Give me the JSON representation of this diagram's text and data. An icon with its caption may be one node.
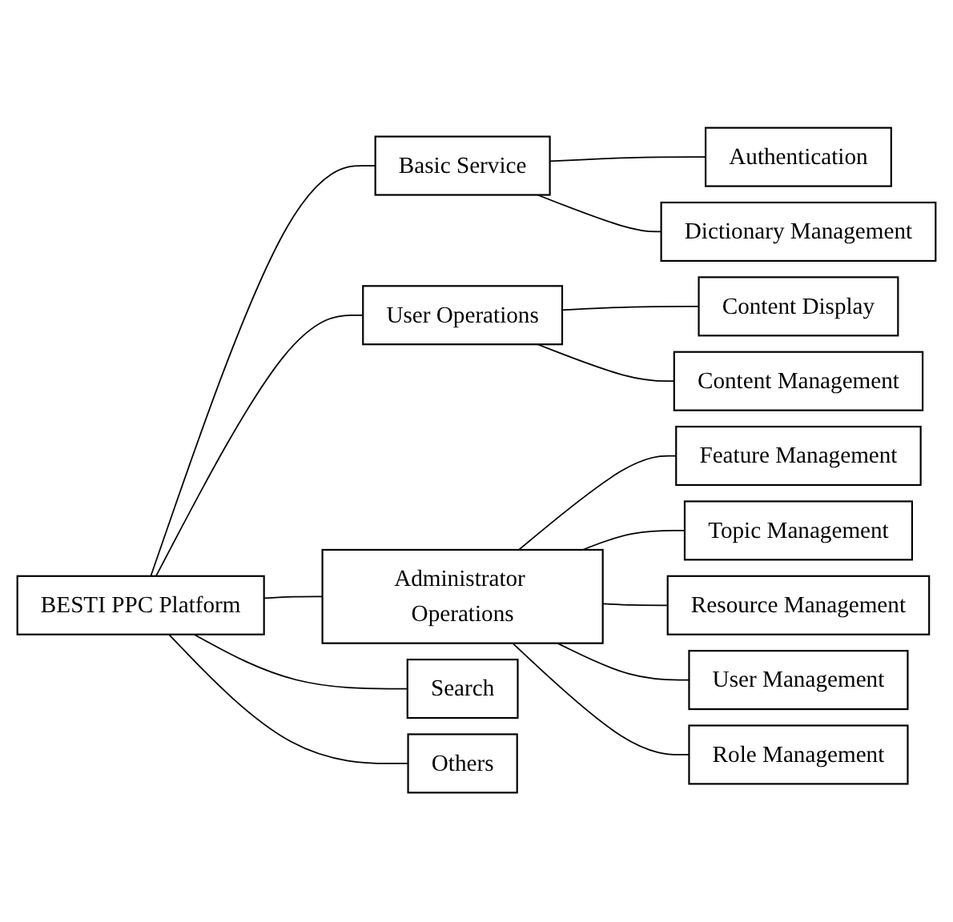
{
  "diagram": {
    "nodes": [
      {
        "text": [
          "BESTI PPC Platform"
        ]
      },
      {
        "text": [
          "Basic Service"
        ]
      },
      {
        "text": [
          "User Operations"
        ]
      },
      {
        "text": [
          "Administrator Operations"
        ]
      },
      {
        "text": [
          "Search"
        ]
      },
      {
        "text": [
          "Others"
        ]
      },
      {
        "text": [
          "Authentication"
        ]
      },
      {
        "text": [
          "Dictionary Management"
        ]
      },
      {
        "text": [
          "Content Display"
        ]
      },
      {
        "text": [
          "Content Management"
        ]
      },
      {
        "text": [
          "Feature Management"
        ]
      },
      {
        "text": [
          "Topic Management"
        ]
      },
      {
        "text": [
          "Resource Management"
        ]
      },
      {
        "text": [
          "User Management"
        ]
      },
      {
        "text": [
          "Role Management"
        ]
      }
    ],
    "edges": [
      {
        "from": 0,
        "to": 1,
        "arrow": "none"
      },
      {
        "from": 0,
        "to": 2,
        "arrow": "none"
      },
      {
        "from": 0,
        "to": 3,
        "arrow": "none"
      },
      {
        "from": 0,
        "to": 4,
        "arrow": "none"
      },
      {
        "from": 0,
        "to": 5,
        "arrow": "none"
      },
      {
        "from": 1,
        "to": 6,
        "arrow": "none"
      },
      {
        "from": 1,
        "to": 7,
        "arrow": "none"
      },
      {
        "from": 2,
        "to": 8,
        "arrow": "none"
      },
      {
        "from": 2,
        "to": 9,
        "arrow": "none"
      },
      {
        "from": 3,
        "to": 10,
        "arrow": "none"
      },
      {
        "from": 3,
        "to": 11,
        "arrow": "none"
      },
      {
        "from": 3,
        "to": 12,
        "arrow": "none"
      },
      {
        "from": 3,
        "to": 13,
        "arrow": "none"
      },
      {
        "from": 3,
        "to": 14,
        "arrow": "none"
      }
    ]
  }
}
